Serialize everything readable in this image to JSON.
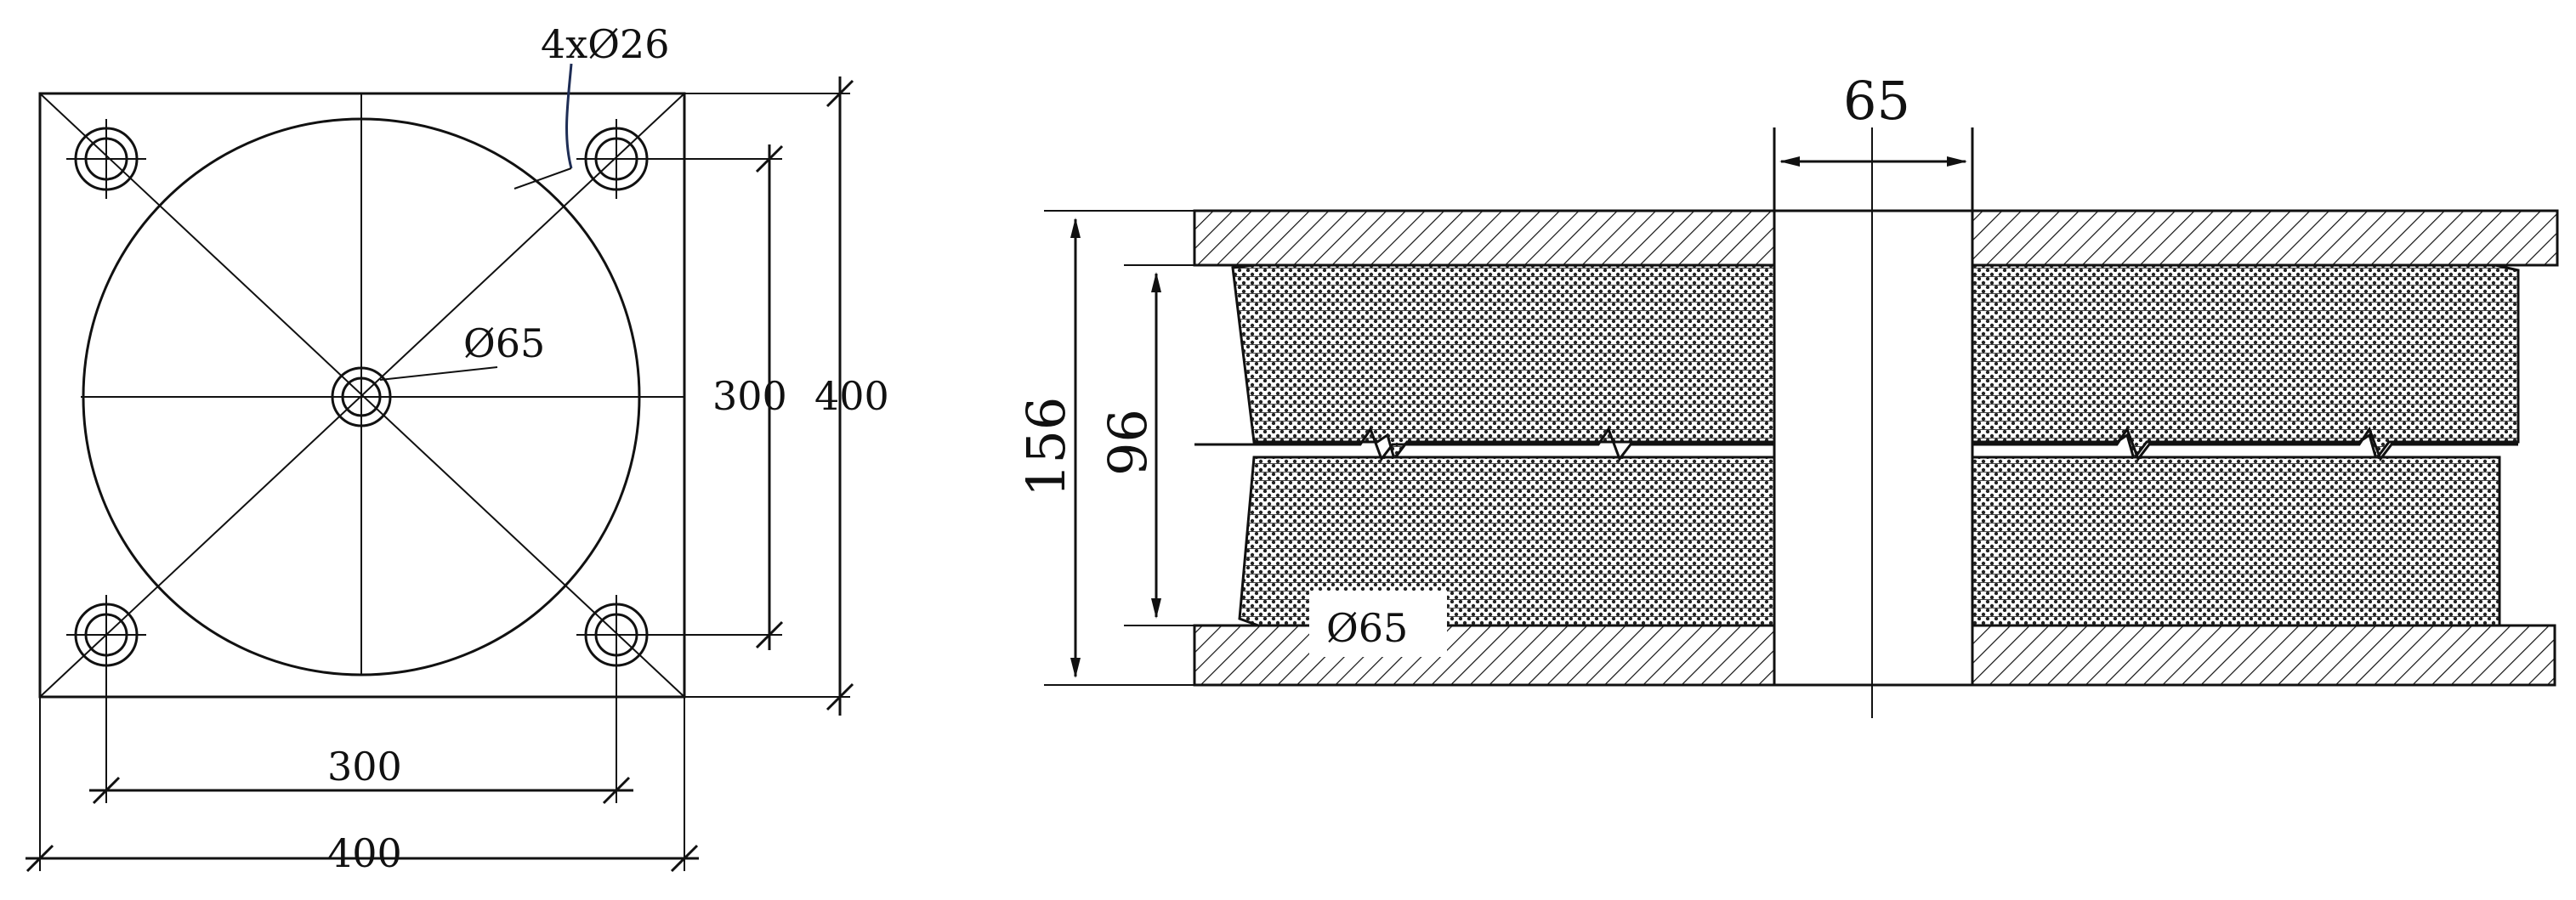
{
  "plan_view": {
    "hole_callout": "4xØ26",
    "center_hole_callout": "Ø65",
    "vertical_bolt_spacing": "300",
    "vertical_overall": "400",
    "horizontal_bolt_spacing": "300",
    "horizontal_overall": "400"
  },
  "section_view": {
    "bore_width": "65",
    "overall_height": "156",
    "rubber_height": "96",
    "bore_label": "Ø65"
  },
  "colors": {
    "line": "#111111",
    "background": "#ffffff",
    "rubber_fill": "#9a9a9a"
  }
}
